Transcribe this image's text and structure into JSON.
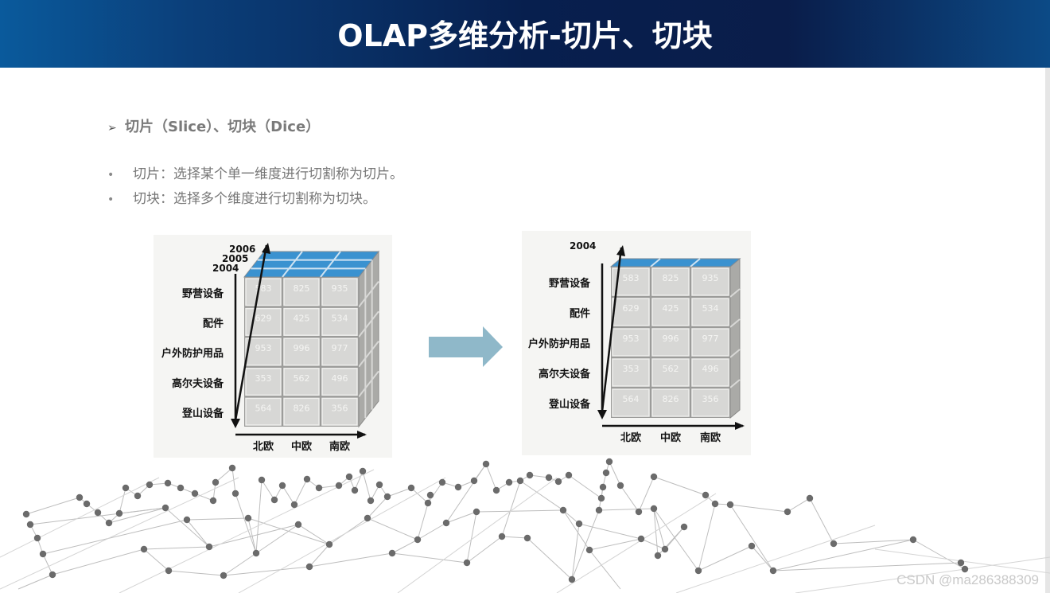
{
  "slide": {
    "title": "OLAP多维分析-切片、切块",
    "heading": "切片（Slice）、切块（Dice）",
    "heading_marker": "➢",
    "bullets": [
      {
        "marker": "•",
        "text": "切片：选择某个单一维度进行切割称为切片。"
      },
      {
        "marker": "•",
        "text": "切块：选择多个维度进行切割称为切块。"
      }
    ],
    "watermark": "CSDN @ma286388309"
  },
  "cube_left": {
    "years": [
      "2006",
      "2005",
      "2004"
    ],
    "rows": [
      "野营设备",
      "配件",
      "户外防护用品",
      "高尔夫设备",
      "登山设备"
    ],
    "columns": [
      "北欧",
      "中欧",
      "南欧"
    ],
    "values": [
      [
        583,
        825,
        935
      ],
      [
        629,
        425,
        534
      ],
      [
        953,
        996,
        977
      ],
      [
        353,
        562,
        496
      ],
      [
        564,
        826,
        356
      ]
    ]
  },
  "cube_right": {
    "years": [
      "2004"
    ],
    "rows": [
      "野营设备",
      "配件",
      "户外防护用品",
      "高尔夫设备",
      "登山设备"
    ],
    "columns": [
      "北欧",
      "中欧",
      "南欧"
    ],
    "values": [
      [
        583,
        825,
        935
      ],
      [
        629,
        425,
        534
      ],
      [
        953,
        996,
        977
      ],
      [
        353,
        562,
        496
      ],
      [
        564,
        826,
        356
      ]
    ]
  },
  "colors": {
    "title_bar": "#071f4e",
    "cell_fill": "#d7d7d5",
    "top_face": "#3a92d0",
    "arrow": "#8fb8c9"
  },
  "icons": {
    "transform_arrow": "right-arrow-icon"
  }
}
